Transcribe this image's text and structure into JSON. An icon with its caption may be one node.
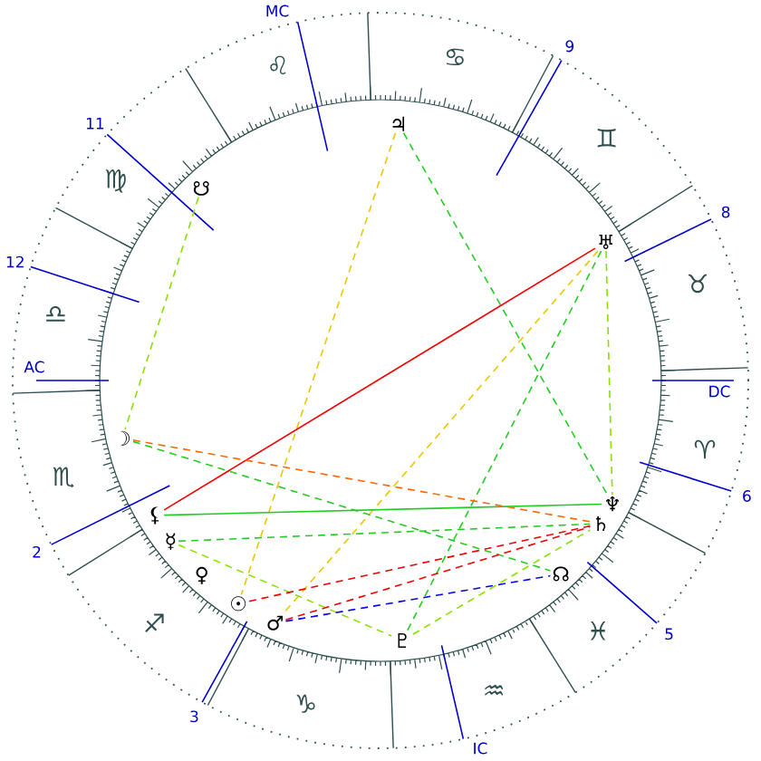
{
  "diagram": {
    "nodes": [
      {
        "text": [
          "♃"
        ]
      },
      {
        "text": [
          "☋"
        ]
      },
      {
        "text": [
          "♅"
        ]
      },
      {
        "text": [
          "☽"
        ]
      },
      {
        "text": [
          "♆"
        ]
      },
      {
        "text": [
          "⚸"
        ]
      },
      {
        "text": [
          "♄"
        ]
      },
      {
        "text": [
          "☿"
        ]
      },
      {
        "text": [
          "☊"
        ]
      },
      {
        "text": [
          "♀"
        ]
      },
      {
        "text": [
          "☉"
        ]
      },
      {
        "text": [
          "♂"
        ]
      },
      {
        "text": [
          "♇"
        ]
      }
    ],
    "edges": [
      {
        "from": 0,
        "to": 10,
        "arrow": "none",
        "style": "dashed",
        "color": "#e8c800"
      },
      {
        "from": 0,
        "to": 4,
        "arrow": "none",
        "style": "dashed",
        "color": "#22cc22"
      },
      {
        "from": 1,
        "to": 3,
        "arrow": "none",
        "style": "dashed",
        "color": "#88e000"
      },
      {
        "from": 2,
        "to": 4,
        "arrow": "none",
        "style": "dashed",
        "color": "#88e000"
      },
      {
        "from": 2,
        "to": 11,
        "arrow": "none",
        "style": "dashed",
        "color": "#e8c800"
      },
      {
        "from": 2,
        "to": 12,
        "arrow": "none",
        "style": "dashed",
        "color": "#22cc22"
      },
      {
        "from": 5,
        "to": 2,
        "arrow": "none",
        "color": "#ee0000"
      },
      {
        "from": 5,
        "to": 4,
        "arrow": "none",
        "color": "#22cc22"
      },
      {
        "from": 3,
        "to": 6,
        "arrow": "none",
        "style": "dashed",
        "color": "#ff6600"
      },
      {
        "from": 3,
        "to": 8,
        "arrow": "none",
        "style": "dashed",
        "color": "#22cc22"
      },
      {
        "from": 7,
        "to": 6,
        "arrow": "none",
        "style": "dashed",
        "color": "#22cc22"
      },
      {
        "from": 7,
        "to": 12,
        "arrow": "none",
        "style": "dashed",
        "color": "#88e000"
      },
      {
        "from": 10,
        "to": 6,
        "arrow": "none",
        "style": "dashed",
        "color": "#ee0000"
      },
      {
        "from": 11,
        "to": 6,
        "arrow": "none",
        "style": "dashed",
        "color": "#ee0000"
      },
      {
        "from": 11,
        "to": 8,
        "arrow": "none",
        "style": "dashed",
        "color": "#0000ee"
      },
      {
        "from": 12,
        "to": 6,
        "arrow": "none",
        "style": "dashed",
        "color": "#88e000"
      }
    ],
    "labels": [
      "MC",
      "9",
      "♌",
      "♋",
      "11",
      "♊",
      "♍",
      "8",
      "12",
      "♉",
      "♎",
      "DC",
      "AC",
      "♈",
      "♏",
      "6",
      "2",
      "♓",
      "♐",
      "5",
      "♑",
      "♒",
      "3",
      "IC"
    ]
  }
}
